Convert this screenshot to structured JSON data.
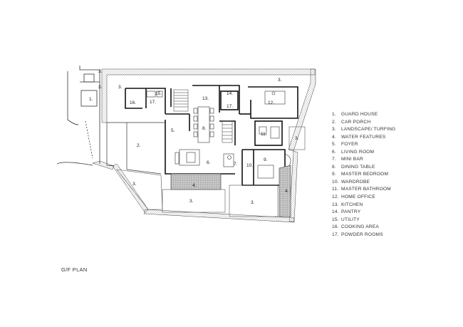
{
  "plan_title": "G/F PLAN",
  "legend": [
    {
      "num": "1.",
      "label": "GUARD HOUSE"
    },
    {
      "num": "2.",
      "label": "CAR PORCH"
    },
    {
      "num": "3.",
      "label": "LANDSCAPE/ TURFING"
    },
    {
      "num": "4.",
      "label": "WATER FEATURES"
    },
    {
      "num": "5.",
      "label": "FOYER"
    },
    {
      "num": "6.",
      "label": "LIVING ROOM"
    },
    {
      "num": "7.",
      "label": "MINI BAR"
    },
    {
      "num": "8.",
      "label": "DINING TABLE"
    },
    {
      "num": "9.",
      "label": "MASTER BEDROOM"
    },
    {
      "num": "10.",
      "label": "WARDROBE"
    },
    {
      "num": "11.",
      "label": "MASTER BATHROOM"
    },
    {
      "num": "12.",
      "label": "HOME OFFICE"
    },
    {
      "num": "13.",
      "label": "KITCHEN"
    },
    {
      "num": "14.",
      "label": "PANTRY"
    },
    {
      "num": "15.",
      "label": "UTILITY"
    },
    {
      "num": "16.",
      "label": "COOKING AREA"
    },
    {
      "num": "17.",
      "label": "POWDER ROOMS"
    }
  ],
  "room_tags": [
    "1.",
    "2.",
    "3.",
    "3.",
    "3.",
    "3.",
    "3.",
    "3.",
    "3.",
    "3.",
    "4.",
    "4.",
    "5.",
    "6.",
    "7.",
    "8.",
    "9.",
    "10.",
    "11.",
    "12.",
    "13.",
    "14.",
    "15.",
    "16.",
    "17.",
    "17."
  ]
}
